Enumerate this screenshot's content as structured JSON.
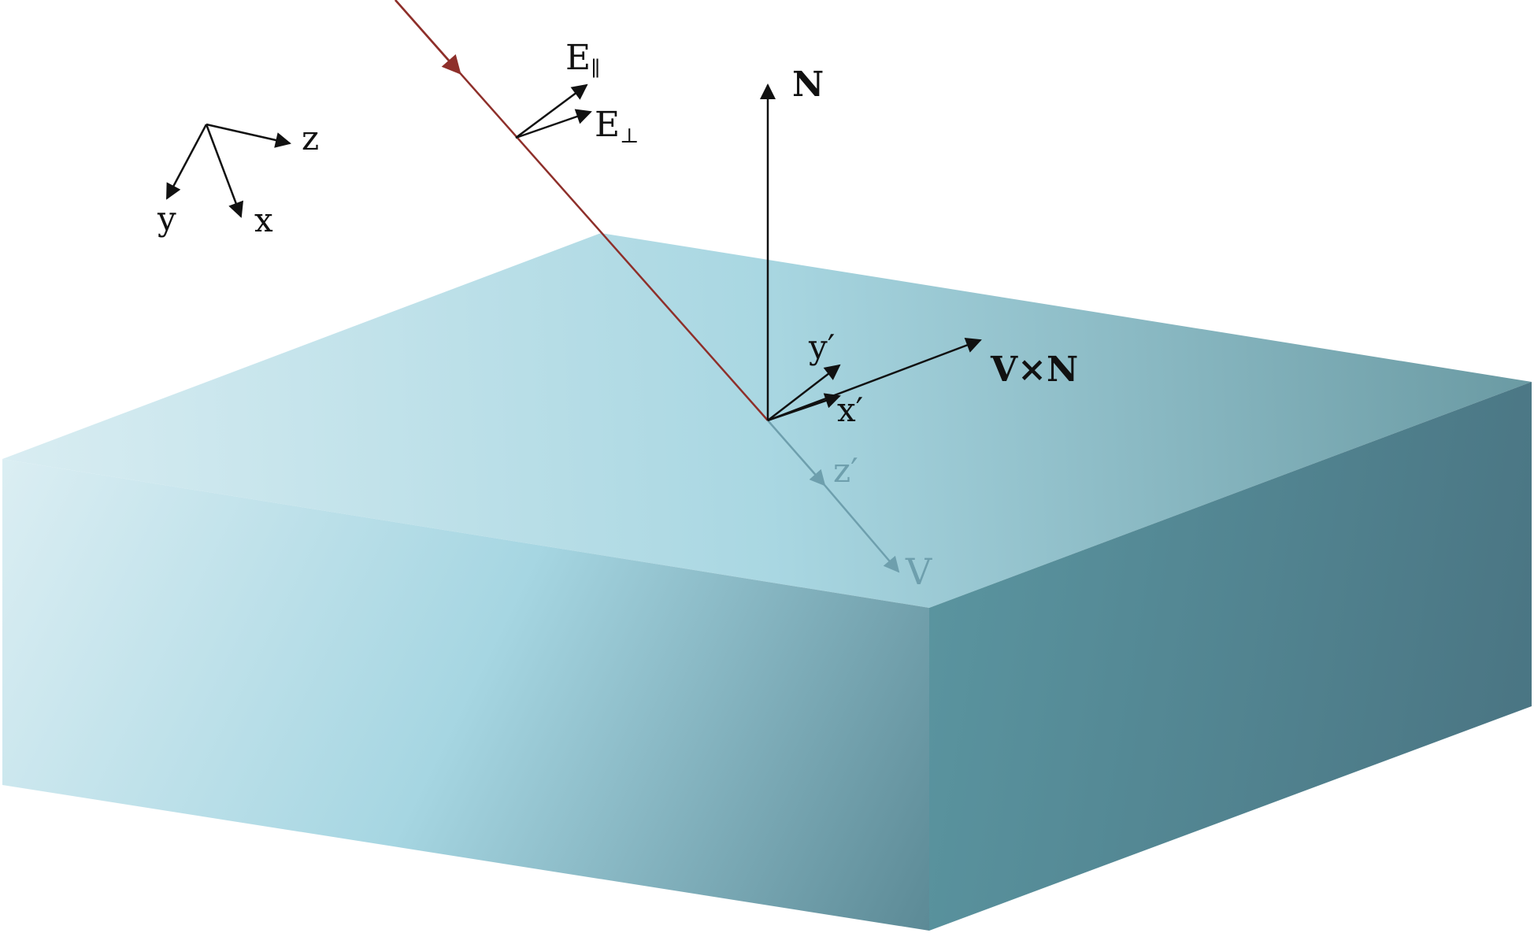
{
  "colors": {
    "ray": "#8e2f2a",
    "vector": "#111111",
    "faded_vector": "#6e9fad",
    "slab_light": "#dbeef3",
    "slab_mid": "#a6d6e2",
    "slab_dark": "#4d7a86"
  },
  "labels": {
    "N": "N",
    "V_cross_N": "V×N",
    "E_par_base": "E",
    "E_par_sub": "∥",
    "E_perp_base": "E",
    "E_perp_sub": "⊥",
    "x": "x",
    "y": "y",
    "z": "z",
    "x_prime": "x′",
    "y_prime": "y′",
    "z_prime": "z′",
    "V": "V"
  }
}
